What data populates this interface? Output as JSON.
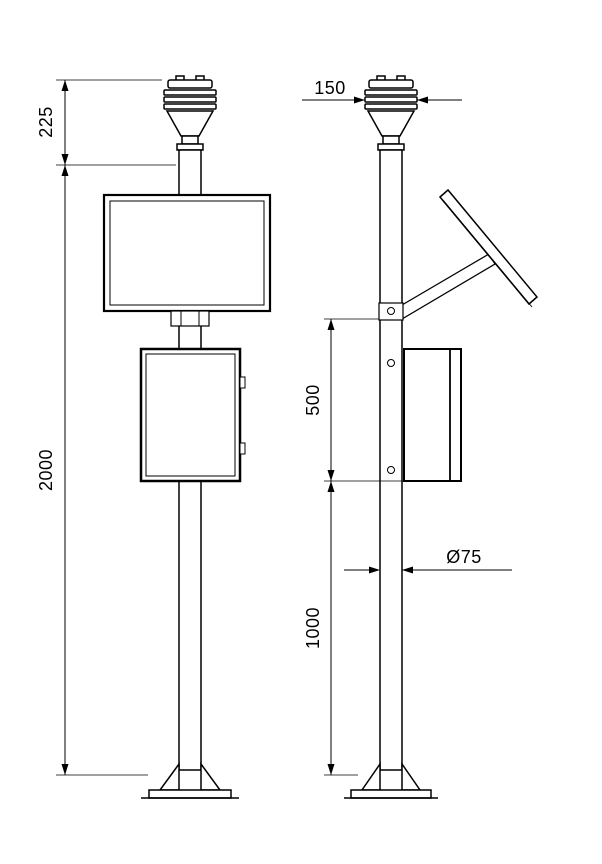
{
  "background_color": "#ffffff",
  "line_color": "#000000",
  "dimensions": {
    "sensor_height": "225",
    "total_height": "2000",
    "sensor_width": "150",
    "cabinet_span": "500",
    "lower_pole_height": "1000",
    "pole_diameter": "Ø75"
  }
}
